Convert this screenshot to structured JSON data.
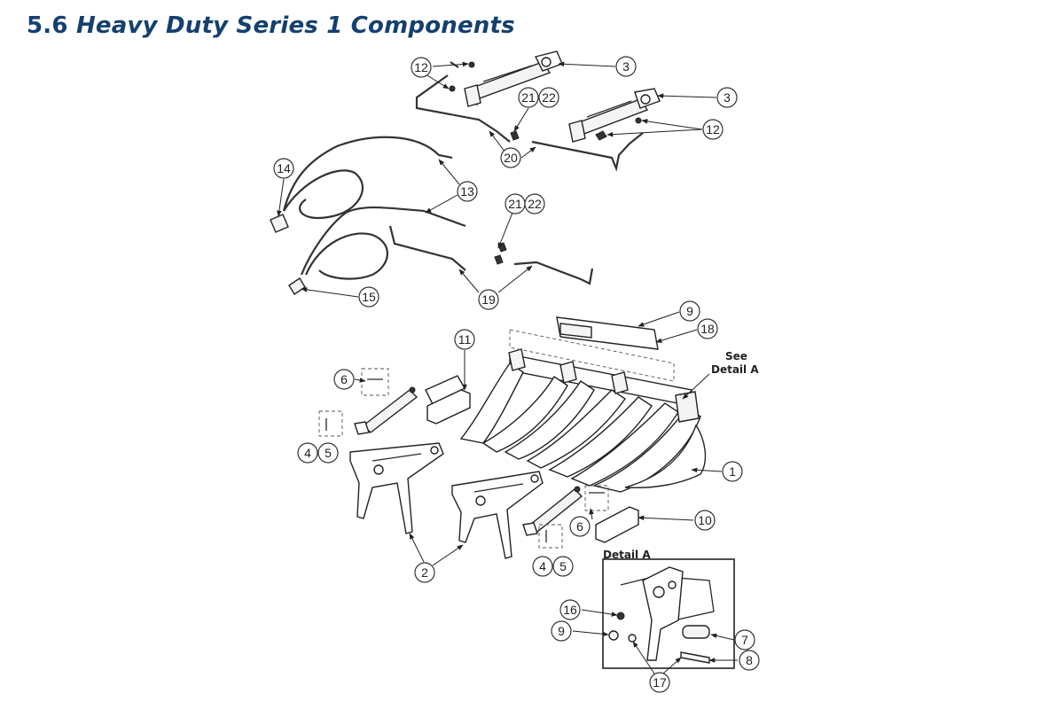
{
  "header": {
    "section_number": "5.6",
    "section_title": "Heavy Duty Series 1 Components"
  },
  "diagram": {
    "see_detail_line1": "See",
    "see_detail_line2": "Detail A",
    "detail_title": "Detail A",
    "callouts": [
      "12",
      "3",
      "21",
      "22",
      "3",
      "12",
      "20",
      "14",
      "13",
      "21",
      "22",
      "19",
      "15",
      "9",
      "18",
      "11",
      "6",
      "4",
      "5",
      "1",
      "6",
      "10",
      "4",
      "5",
      "2",
      "16",
      "9",
      "7",
      "8",
      "17"
    ]
  }
}
